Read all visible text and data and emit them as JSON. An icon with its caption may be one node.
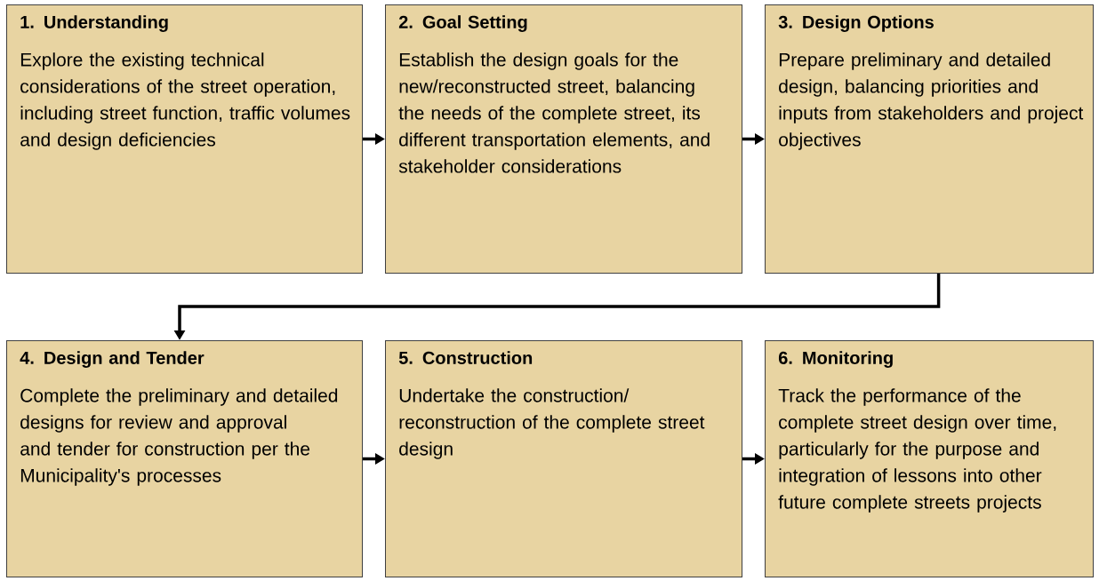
{
  "diagram": {
    "nodes": [
      {
        "text": [
          "1. Understanding",
          "Explore the existing technical considerations of the street operation, including street function, traffic volumes and design deficiencies"
        ]
      },
      {
        "text": [
          "2. Goal Setting",
          "Establish the design goals for the new/reconstructed street, balancing the needs of the complete street, its different transportation elements, and stakeholder considerations"
        ]
      },
      {
        "text": [
          "3. Design Options",
          "Prepare preliminary and detailed design, balancing priorities and inputs from stakeholders and project objectives"
        ]
      },
      {
        "text": [
          "4. Design and Tender",
          "Complete the preliminary and detailed designs for review and approval and tender for construction per the Municipality's processes"
        ]
      },
      {
        "text": [
          "5. Construction",
          "Undertake the construction/ reconstruction of the complete street design"
        ]
      },
      {
        "text": [
          "6. Monitoring",
          "Track the performance of the complete street design over time, particularly for the purpose and integration of lessons into other future complete streets projects"
        ]
      }
    ],
    "edges": [
      {
        "from": 0,
        "to": 1,
        "arrow": "to"
      },
      {
        "from": 1,
        "to": 2,
        "arrow": "to"
      },
      {
        "from": 2,
        "to": 3,
        "arrow": "to"
      },
      {
        "from": 3,
        "to": 4,
        "arrow": "to"
      },
      {
        "from": 4,
        "to": 5,
        "arrow": "to"
      }
    ]
  }
}
